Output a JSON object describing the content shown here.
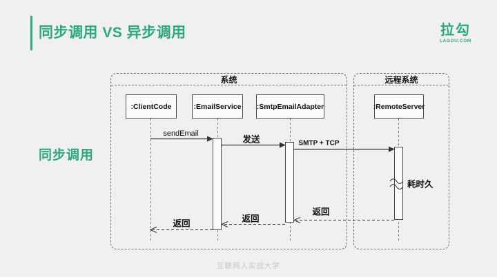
{
  "colors": {
    "accent": "#2aa87e",
    "background": "#f0f0ee"
  },
  "header": {
    "title": "同步调用 VS 异步调用"
  },
  "logo": {
    "wordmark": "拉勾",
    "domain": "LAGOU.COM"
  },
  "side_label": "同步调用",
  "footer": "互联网人实战大学",
  "diagram": {
    "frames": {
      "system": "系统",
      "remote": "远程系统"
    },
    "lifelines": {
      "client": ":ClientCode",
      "email": ":EmailService",
      "smtp": ":SmtpEmailAdapter",
      "remote": ":RemoteServer"
    },
    "messages": {
      "send_email": "sendEmail",
      "send": "发送",
      "smtp_tcp": "SMTP + TCP",
      "return1": "返回",
      "return2": "返回",
      "return3": "返回"
    },
    "annotation": "耗时久"
  }
}
